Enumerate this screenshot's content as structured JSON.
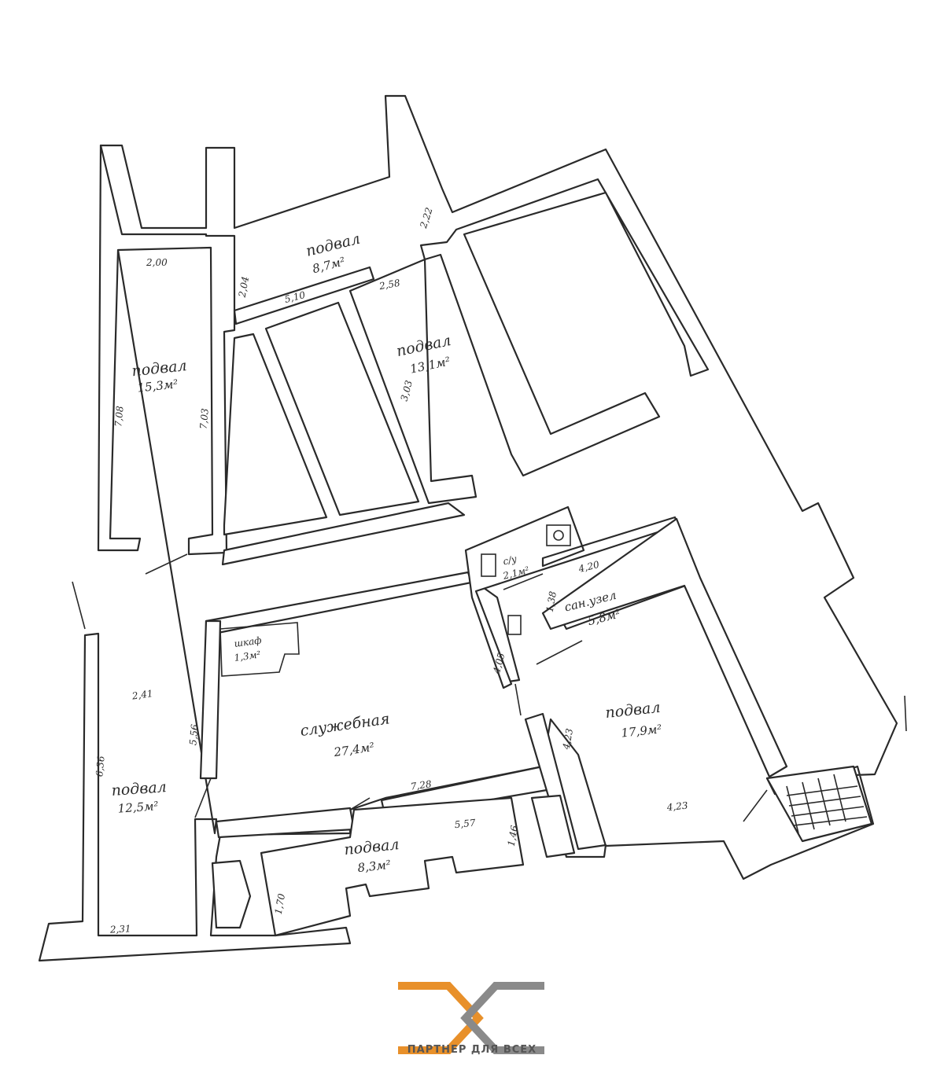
{
  "rooms": [
    {
      "name": "подвал",
      "area": "8,7м²"
    },
    {
      "name": "подвал",
      "area": "13,1м²"
    },
    {
      "name": "подвал",
      "area": "15,3м²"
    },
    {
      "name": "с/у",
      "area": "2,1м²"
    },
    {
      "name": "сан.узел",
      "area": "5,8м²"
    },
    {
      "name": "шкаф",
      "area": "1,3м²"
    },
    {
      "name": "служебная",
      "area": "27,4м²"
    },
    {
      "name": "подвал",
      "area": "17,9м²"
    },
    {
      "name": "подвал",
      "area": "12,5м²"
    },
    {
      "name": "подвал",
      "area": "8,3м²"
    }
  ],
  "dimensions": [
    "2,22",
    "2,00",
    "2,04",
    "5,10",
    "2,58",
    "7,08",
    "7,03",
    "3,03",
    "4,20",
    "1,38",
    "4,05",
    "2,41",
    "5,56",
    "4,23",
    "4,23",
    "7,28",
    "5,57",
    "1,46",
    "1,70",
    "2,31",
    "6,36"
  ],
  "logo": {
    "text": "ПАРТНЕР ДЛЯ ВСЕХ",
    "colors": {
      "orange": "#E8902A",
      "gray": "#8A8A8A"
    }
  }
}
